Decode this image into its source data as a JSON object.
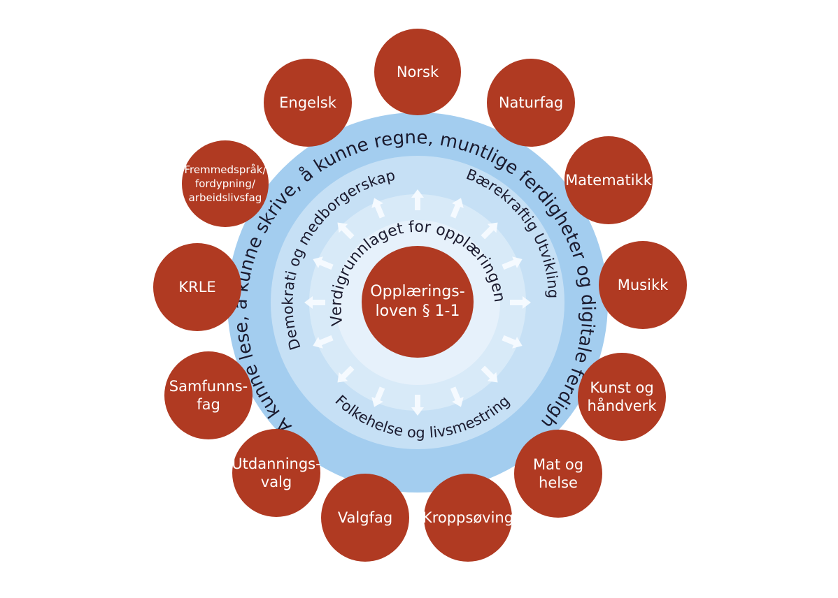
{
  "center": {
    "line1": "Opplærings-",
    "line2": "loven § 1-1"
  },
  "rings": {
    "outer": "Å kunne lese, å kunne skrive, å kunne regne, muntlige ferdigheter og digitale ferdigheter",
    "middle_left": "Demokrati og medborgerskap",
    "middle_right": "Bærekraftig Utvikling",
    "middle_bottom": "Folkehelse og livsmestring",
    "inner": "Verdigrunnlaget for opplæringen"
  },
  "subjects": [
    {
      "name": "norsk",
      "lines": [
        "Norsk"
      ]
    },
    {
      "name": "naturfag",
      "lines": [
        "Naturfag"
      ]
    },
    {
      "name": "matematikk",
      "lines": [
        "Matematikk"
      ]
    },
    {
      "name": "musikk",
      "lines": [
        "Musikk"
      ]
    },
    {
      "name": "kunst-og-handverk",
      "lines": [
        "Kunst og",
        "håndverk"
      ]
    },
    {
      "name": "mat-og-helse",
      "lines": [
        "Mat og",
        "helse"
      ]
    },
    {
      "name": "kroppsoving",
      "lines": [
        "Kroppsøving"
      ]
    },
    {
      "name": "valgfag",
      "lines": [
        "Valgfag"
      ]
    },
    {
      "name": "utdanningsvalg",
      "lines": [
        "Utdannings-",
        "valg"
      ]
    },
    {
      "name": "samfunnsfag",
      "lines": [
        "Samfunns-",
        "fag"
      ]
    },
    {
      "name": "krle",
      "lines": [
        "KRLE"
      ]
    },
    {
      "name": "fremmedsprak",
      "lines": [
        "Fremmedspråk/",
        "fordypning/",
        "arbeidslivsfag"
      ]
    },
    {
      "name": "engelsk",
      "lines": [
        "Engelsk"
      ]
    }
  ],
  "colors": {
    "subject_fill": "#b03a22",
    "outer_ring": "#a3cdef",
    "middle_ring": "#c6e0f5",
    "inner_ring": "#d8eaf8",
    "core_ring": "#e6f1fb",
    "arrow": "#f7fbff",
    "center_fill": "#b03a22"
  }
}
